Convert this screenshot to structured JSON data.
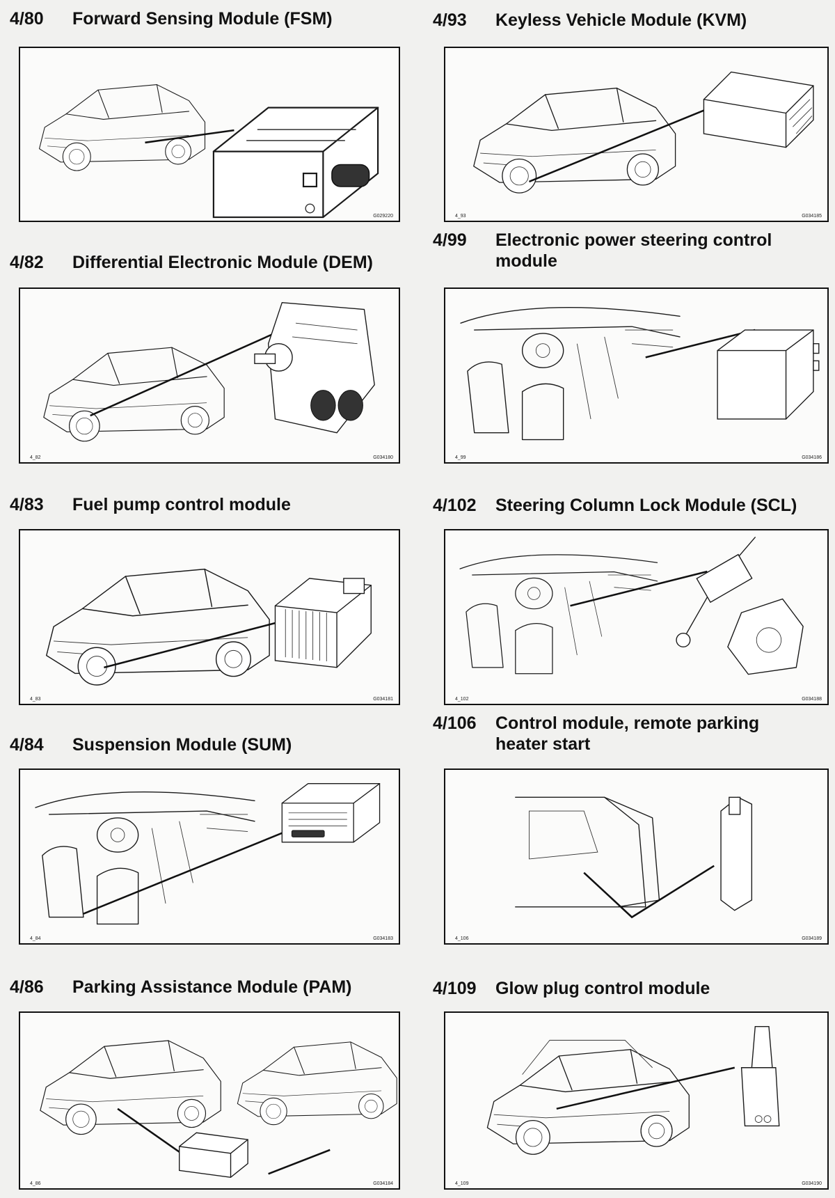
{
  "entries": [
    {
      "num": "4/80",
      "title": "Forward Sensing Module (FSM)",
      "title2": "",
      "code_left": "",
      "code_right": "G029220"
    },
    {
      "num": "4/93",
      "title": "Keyless Vehicle Module (KVM)",
      "title2": "",
      "code_left": "4_93",
      "code_right": "G034185"
    },
    {
      "num": "4/82",
      "title": "Differential Electronic Module (DEM)",
      "title2": "",
      "code_left": "4_82",
      "code_right": "G034180"
    },
    {
      "num": "4/99",
      "title": "Electronic power steering control",
      "title2": "module",
      "code_left": "4_99",
      "code_right": "G034186"
    },
    {
      "num": "4/83",
      "title": "Fuel pump control module",
      "title2": "",
      "code_left": "4_83",
      "code_right": "G034181"
    },
    {
      "num": "4/102",
      "title": "Steering Column Lock Module (SCL)",
      "title2": "",
      "code_left": "4_102",
      "code_right": "G034188"
    },
    {
      "num": "4/84",
      "title": "Suspension Module (SUM)",
      "title2": "",
      "code_left": "4_84",
      "code_right": "G034183"
    },
    {
      "num": "4/106",
      "title": "Control module, remote parking",
      "title2": "heater start",
      "code_left": "4_106",
      "code_right": "G034189"
    },
    {
      "num": "4/86",
      "title": "Parking Assistance Module (PAM)",
      "title2": "",
      "code_left": "4_86",
      "code_right": "G034184"
    },
    {
      "num": "4/109",
      "title": "Glow plug control module",
      "title2": "",
      "code_left": "4_109",
      "code_right": "G034190"
    }
  ]
}
